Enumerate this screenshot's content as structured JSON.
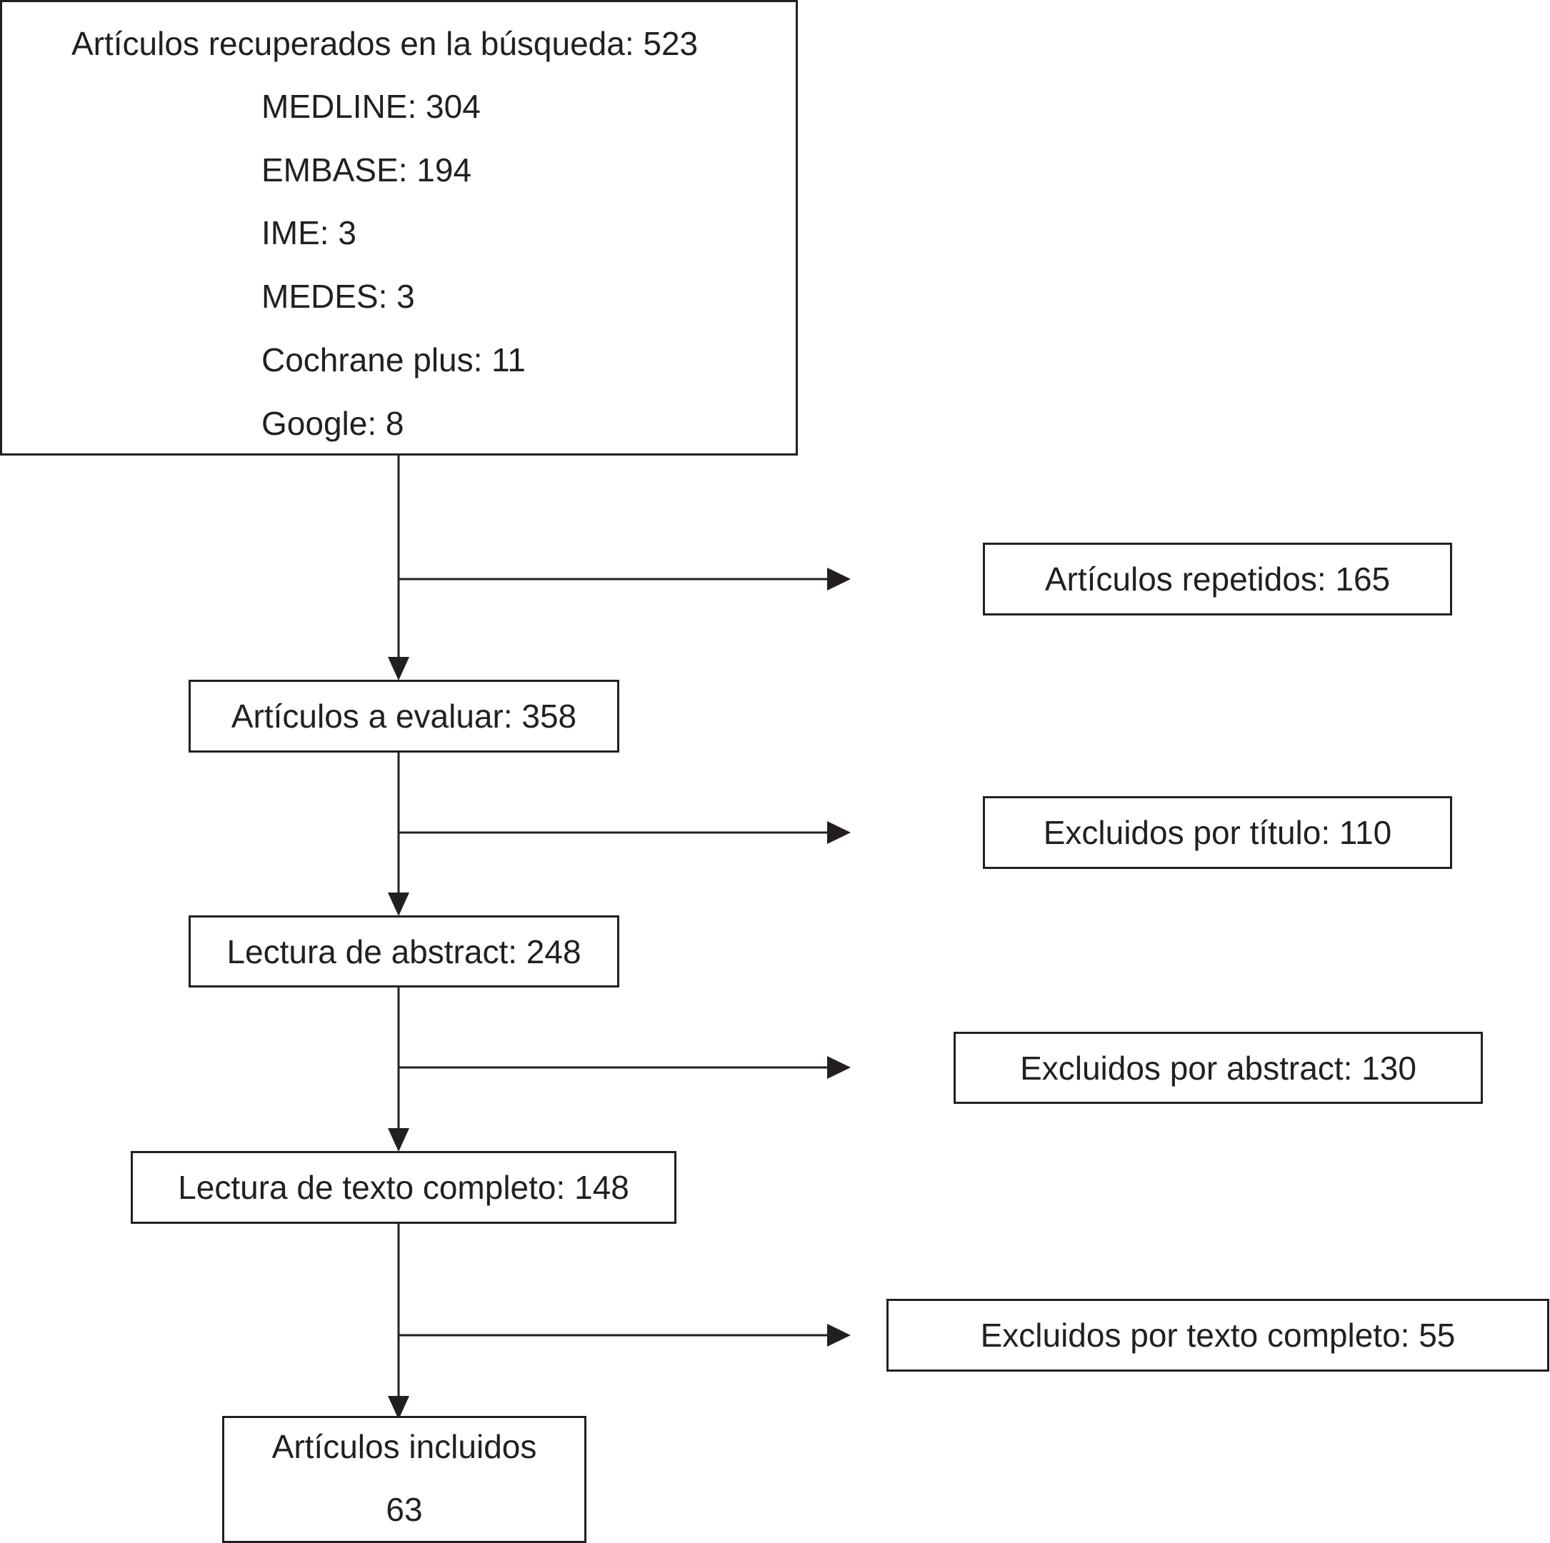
{
  "search": {
    "title": "Artículos recuperados en la búsqueda: 523",
    "sources": [
      "MEDLINE: 304",
      "EMBASE: 194",
      "IME: 3",
      "MEDES: 3",
      "Cochrane plus: 11",
      "Google: 8"
    ]
  },
  "main_steps": [
    "Artículos a evaluar: 358",
    "Lectura de abstract: 248",
    "Lectura de texto completo: 148"
  ],
  "exclusions": [
    "Artículos repetidos: 165",
    "Excluidos por título: 110",
    "Excluidos por abstract: 130",
    "Excluidos por texto completo: 55"
  ],
  "included": {
    "label": "Artículos incluidos",
    "count": "63"
  },
  "colors": {
    "line": "#231f20",
    "background": "#ffffff"
  }
}
